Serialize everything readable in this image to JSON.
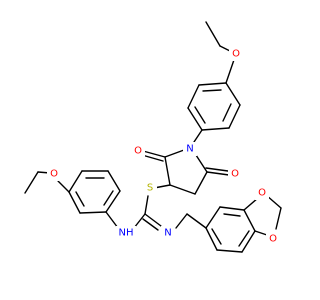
{
  "atoms": {
    "n_ring": {
      "label": "N",
      "color": "#0000ff"
    },
    "o_carbonyl_left": {
      "label": "O",
      "color": "#ff0000"
    },
    "o_carbonyl_right": {
      "label": "O",
      "color": "#ff0000"
    },
    "o_ether_top": {
      "label": "O",
      "color": "#ff0000"
    },
    "o_ether_left": {
      "label": "O",
      "color": "#ff0000"
    },
    "s_thio": {
      "label": "S",
      "color": "#b3b300"
    },
    "nh_amine": {
      "label": "NH",
      "color": "#0000ff"
    },
    "n_imine": {
      "label": "N",
      "color": "#0000ff"
    },
    "o_dioxole_top": {
      "label": "O",
      "color": "#ff0000"
    },
    "o_dioxole_bottom": {
      "label": "O",
      "color": "#ff0000"
    }
  },
  "bond_color": "#000000"
}
